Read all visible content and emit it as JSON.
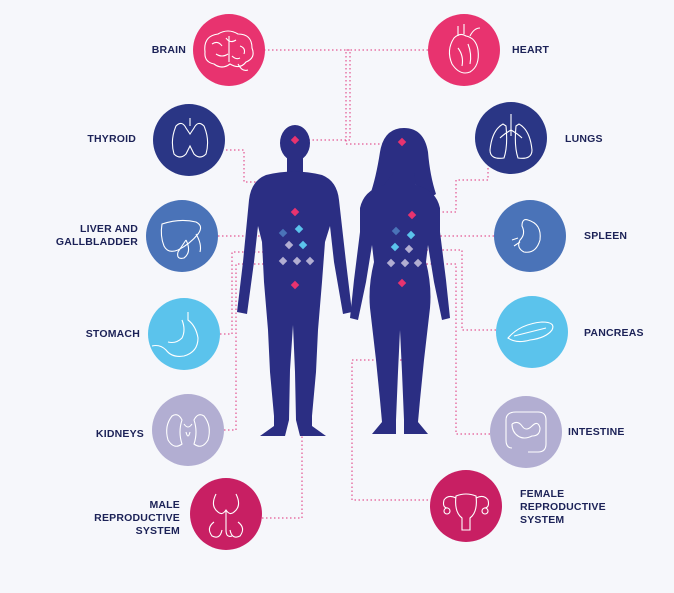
{
  "colors": {
    "background": "#f6f7fb",
    "silhouette": "#2b2e83",
    "label_text": "#1c2257",
    "connector": "#e0307a",
    "pink": "#e8336f",
    "navy": "#2a3685",
    "mid_blue": "#4a73b8",
    "light_blue": "#5bc3ec",
    "lavender": "#b2aed2",
    "magenta": "#c81f63",
    "organ_line": "#ffffff"
  },
  "organs": {
    "brain": {
      "label": "BRAIN",
      "icon": "brain-icon"
    },
    "heart": {
      "label": "HEART",
      "icon": "heart-icon"
    },
    "thyroid": {
      "label": "THYROID",
      "icon": "thyroid-icon"
    },
    "lungs": {
      "label": "LUNGS",
      "icon": "lungs-icon"
    },
    "liver": {
      "label": "LIVER AND\nGALLBLADDER",
      "icon": "liver-icon"
    },
    "spleen": {
      "label": "SPLEEN",
      "icon": "spleen-icon"
    },
    "stomach": {
      "label": "STOMACH",
      "icon": "stomach-icon"
    },
    "pancreas": {
      "label": "PANCREAS",
      "icon": "pancreas-icon"
    },
    "kidneys": {
      "label": "KIDNEYS",
      "icon": "kidneys-icon"
    },
    "intestine": {
      "label": "INTESTINE",
      "icon": "intestine-icon"
    },
    "male": {
      "label": "MALE\nREPRODUCTIVE\nSYSTEM",
      "icon": "male-reproductive-icon"
    },
    "female": {
      "label": "FEMALE\nREPRODUCTIVE\nSYSTEM",
      "icon": "female-reproductive-icon"
    }
  },
  "figures": {
    "male": {
      "icon": "male-silhouette"
    },
    "female": {
      "icon": "female-silhouette"
    }
  }
}
